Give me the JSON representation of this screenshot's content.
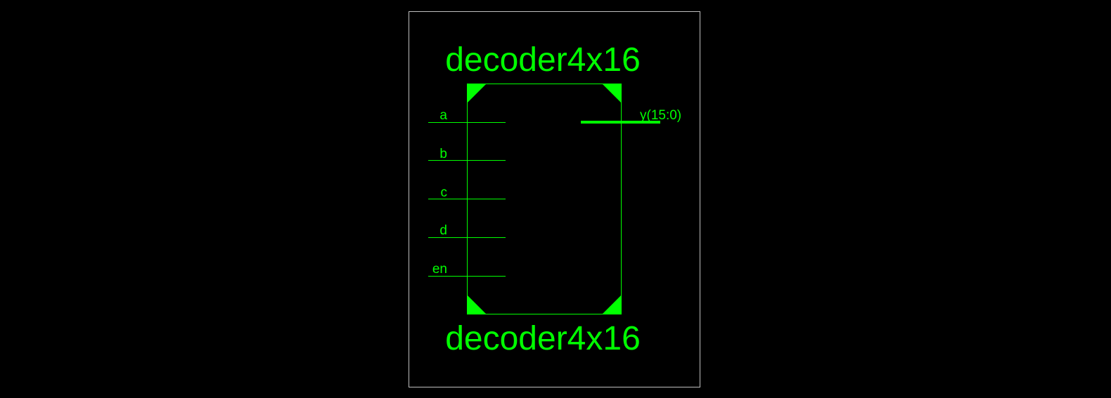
{
  "symbol": {
    "name_top": "decoder4x16",
    "name_bottom": "decoder4x16",
    "inputs": [
      {
        "label": "a"
      },
      {
        "label": "b"
      },
      {
        "label": "c"
      },
      {
        "label": "d"
      },
      {
        "label": "en"
      }
    ],
    "outputs": [
      {
        "label": "y(15:0)",
        "bus": true
      }
    ]
  },
  "colors": {
    "background": "#000000",
    "symbol": "#00ff00",
    "frame": "#c0c0c0"
  }
}
